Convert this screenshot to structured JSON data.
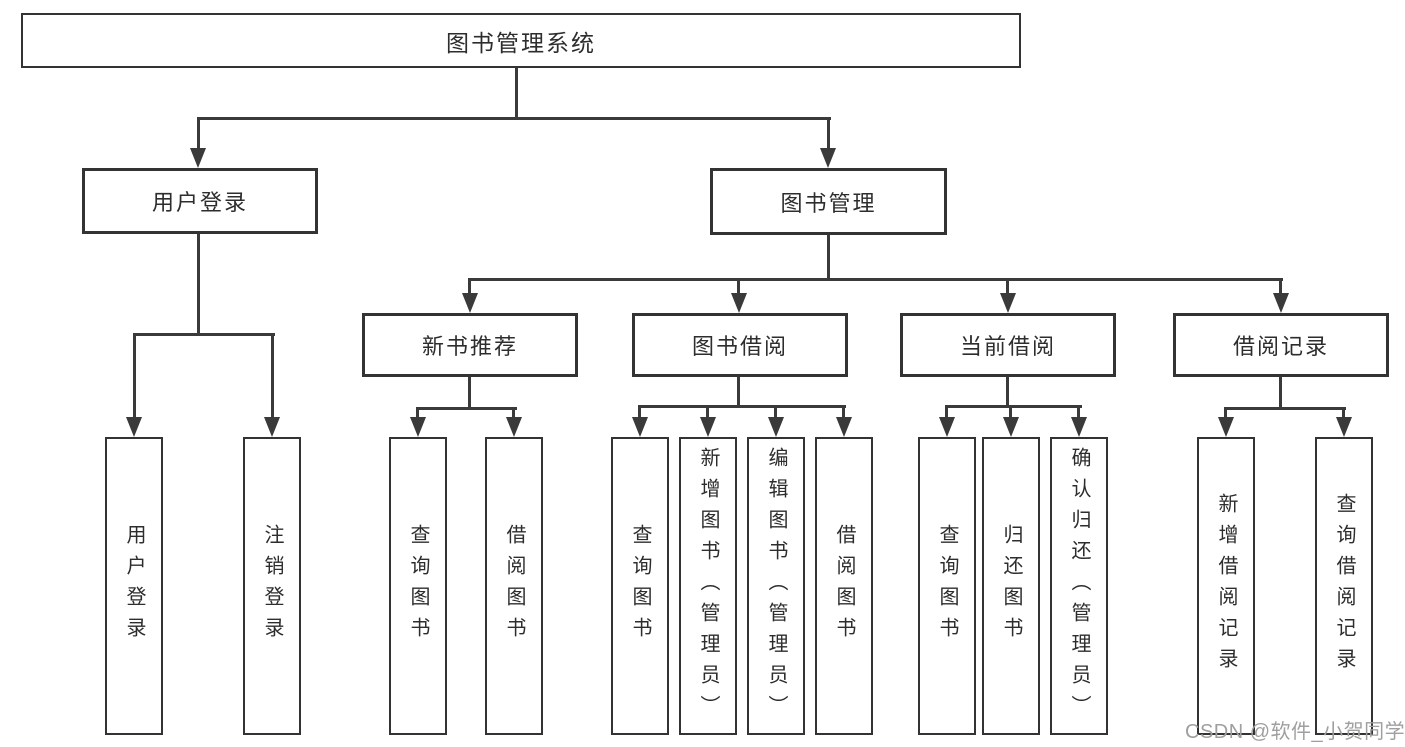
{
  "diagram": {
    "title": "图书管理系统",
    "root": {
      "label": "图书管理系统"
    },
    "branches": [
      {
        "label": "用户登录",
        "children": [
          {
            "label": "用户登录"
          },
          {
            "label": "注销登录"
          }
        ]
      },
      {
        "label": "图书管理",
        "children": [
          {
            "label": "新书推荐",
            "children": [
              {
                "label": "查询图书"
              },
              {
                "label": "借阅图书"
              }
            ]
          },
          {
            "label": "图书借阅",
            "children": [
              {
                "label": "查询图书"
              },
              {
                "label": "新增图书（管理员）"
              },
              {
                "label": "编辑图书（管理员）"
              },
              {
                "label": "借阅图书"
              }
            ]
          },
          {
            "label": "当前借阅",
            "children": [
              {
                "label": "查询图书"
              },
              {
                "label": "归还图书"
              },
              {
                "label": "确认归还（管理员）"
              }
            ]
          },
          {
            "label": "借阅记录",
            "children": [
              {
                "label": "新增借阅记录"
              },
              {
                "label": "查询借阅记录"
              }
            ]
          }
        ]
      }
    ]
  },
  "watermark": {
    "text": "CSDN @软件_小贺同学"
  },
  "colors": {
    "line": "#3a3a3a",
    "box_border": "#333333",
    "text": "#2d2d2d",
    "watermark_text": "#9f9f9f",
    "background": "#ffffff"
  }
}
